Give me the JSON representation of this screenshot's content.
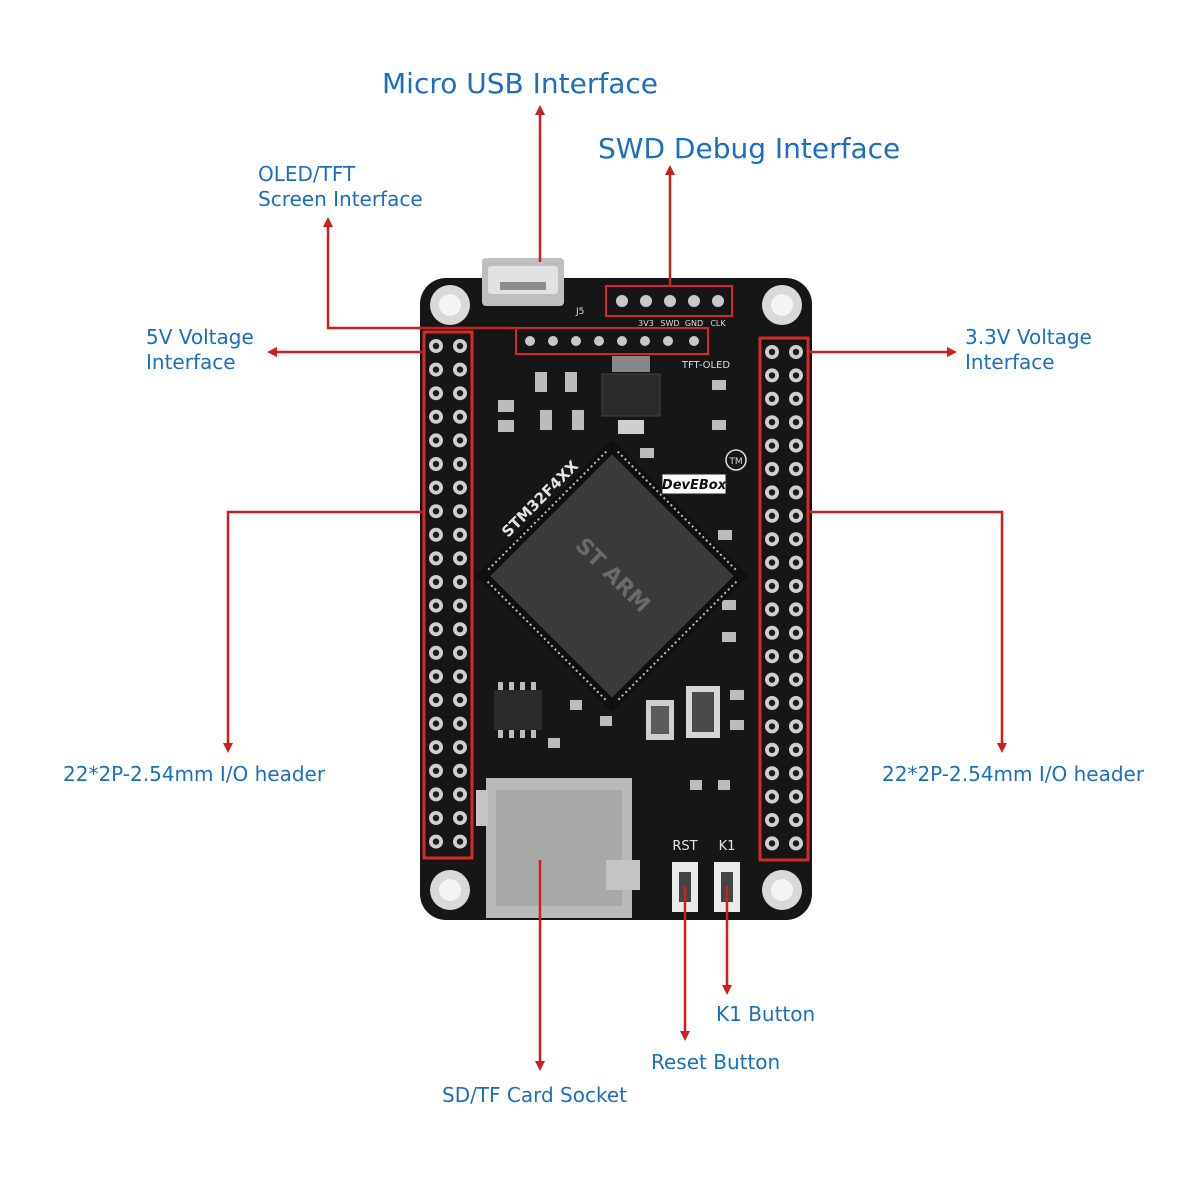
{
  "labels": {
    "micro_usb": "Micro USB Interface",
    "swd": "SWD Debug Interface",
    "oled_line1": "OLED/TFT",
    "oled_line2": "Screen Interface",
    "v5_line1": "5V Voltage",
    "v5_line2": "Interface",
    "v33_line1": "3.3V Voltage",
    "v33_line2": "Interface",
    "io_left": "22*2P-2.54mm I/O header",
    "io_right": "22*2P-2.54mm I/O header",
    "k1": "K1 Button",
    "reset": "Reset Button",
    "sd": "SD/TF Card Socket"
  },
  "board": {
    "chip_text": "STM32F4XX",
    "brand": "DevEBox",
    "tm": "TM",
    "swd_pins": [
      "3V3",
      "SWD",
      "GND",
      "CLK"
    ],
    "tft_text": "TFT-OLED",
    "btn_rst": "RST",
    "btn_k1": "K1",
    "usb_tag": "J5"
  },
  "colors": {
    "label": "#1a6fc0",
    "arrow": "#cc1f1f",
    "pcb": "#161616",
    "header_box": "#d62828"
  }
}
